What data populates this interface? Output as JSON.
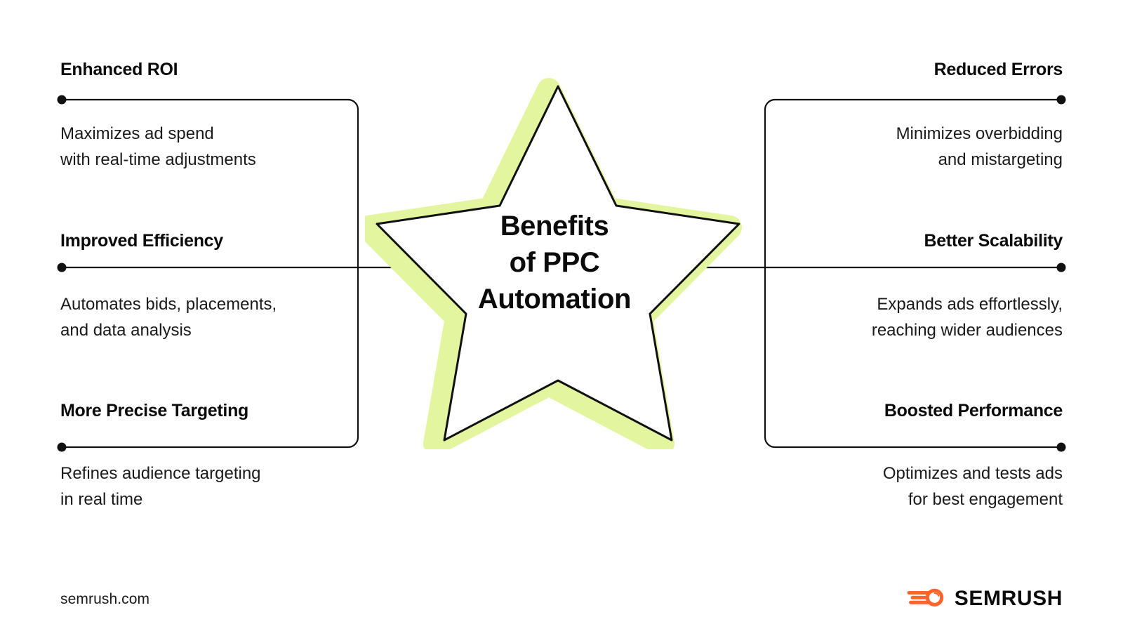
{
  "center": {
    "title_lines": [
      "Benefits",
      "of PPC",
      "Automation"
    ],
    "shape": "five-pointed-star",
    "shadow_color": "#e4f59f",
    "outline_color": "#111111",
    "fill_color": "#ffffff"
  },
  "benefits": {
    "left": [
      {
        "title": "Enhanced ROI",
        "desc_lines": [
          "Maximizes ad spend",
          "with real-time adjustments"
        ]
      },
      {
        "title": "Improved Efficiency",
        "desc_lines": [
          "Automates bids, placements,",
          "and data analysis"
        ]
      },
      {
        "title": "More Precise Targeting",
        "desc_lines": [
          "Refines audience targeting",
          "in real time"
        ]
      }
    ],
    "right": [
      {
        "title": "Reduced Errors",
        "desc_lines": [
          "Minimizes overbidding",
          "and mistargeting"
        ]
      },
      {
        "title": "Better Scalability",
        "desc_lines": [
          "Expands ads effortlessly,",
          "reaching wider audiences"
        ]
      },
      {
        "title": "Boosted Performance",
        "desc_lines": [
          "Optimizes and tests ads",
          "for best engagement"
        ]
      }
    ]
  },
  "footer": {
    "url": "semrush.com",
    "logo_word": "SEMRUSH",
    "logo_icon": "semrush-comet-icon",
    "logo_color": "#ff642d"
  }
}
